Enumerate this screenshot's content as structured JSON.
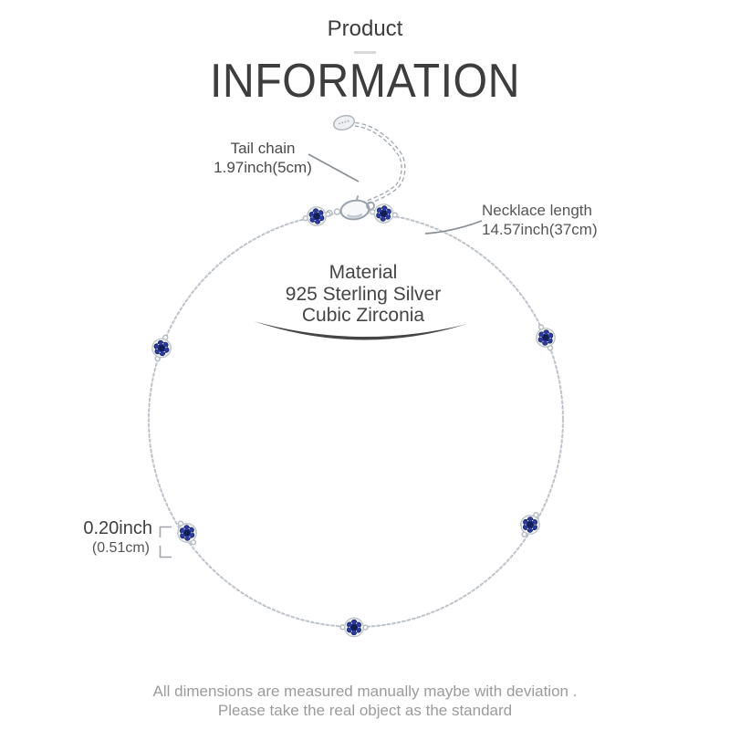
{
  "header": {
    "kicker": "Product",
    "title": "INFORMATION"
  },
  "annotations": {
    "tail_chain": {
      "label": "Tail chain",
      "value": "1.97inch(5cm)"
    },
    "necklace_length": {
      "label": "Necklace length",
      "value": "14.57inch(37cm)"
    },
    "material": {
      "title": "Material",
      "line1": "925 Sterling Silver",
      "line2": "Cubic Zirconia"
    },
    "bead_size": {
      "value_inch": "0.20inch",
      "value_cm": "(0.51cm)"
    }
  },
  "footer": {
    "line1": "All dimensions are measured manually maybe with deviation .",
    "line2": "Please take the real object as the standard"
  },
  "colors": {
    "bead_blue": "#2a3a9e",
    "bead_blue_dark": "#141f55",
    "chain_silver": "#c2c8cf",
    "text_dark": "#3d3d3d",
    "text_gray": "#9b9b9b"
  }
}
